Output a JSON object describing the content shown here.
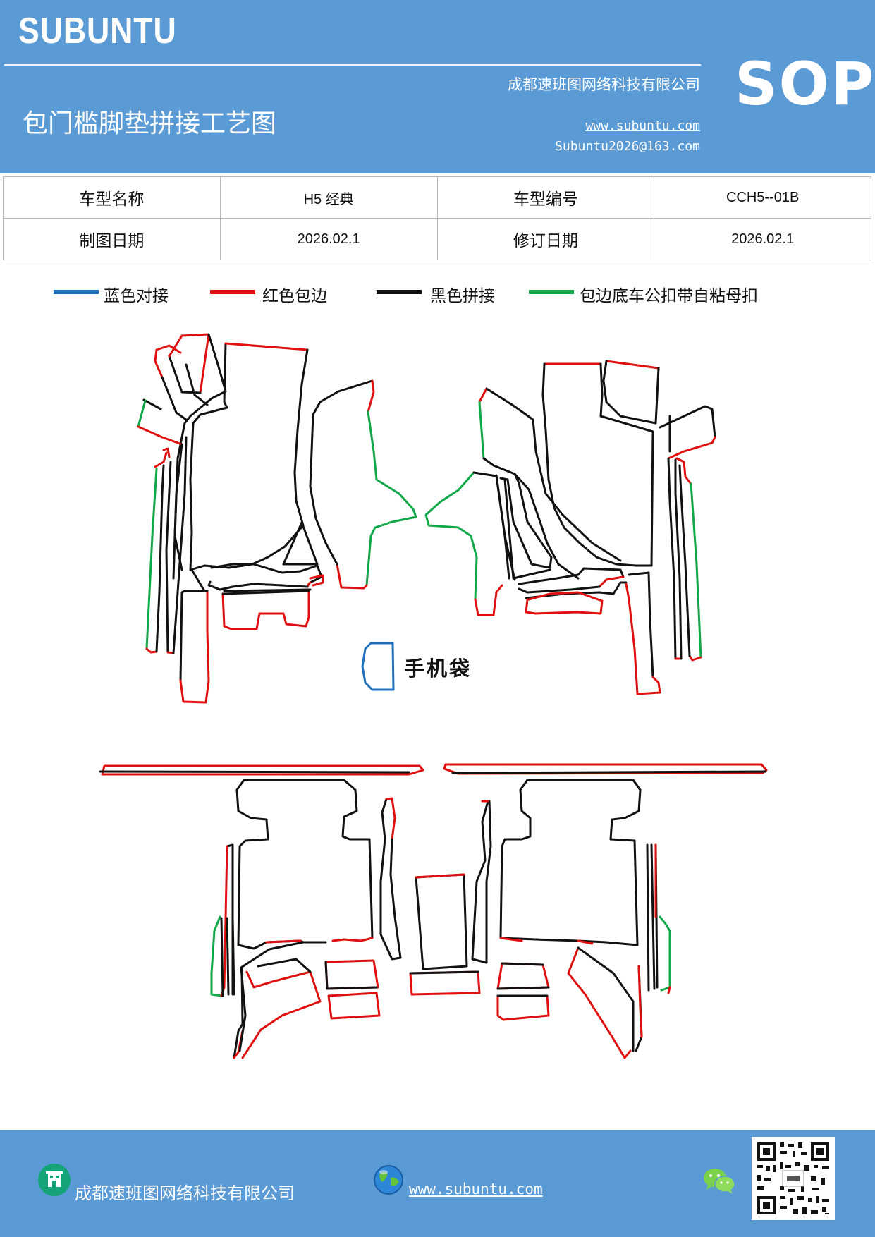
{
  "header": {
    "brand": "SUBUNTU",
    "badge": "SOP",
    "company": "成都速班图网络科技有限公司",
    "title": "包门槛脚垫拼接工艺图",
    "website": "www.subuntu.com",
    "email": "Subuntu2026@163.com"
  },
  "info_table": {
    "model_name_label": "车型名称",
    "model_name_value": "H5 经典",
    "model_code_label": "车型编号",
    "model_code_value": "CCH5--01B",
    "draw_date_label": "制图日期",
    "draw_date_value": "2026.02.1",
    "revise_date_label": "修订日期",
    "revise_date_value": "2026.02.1"
  },
  "legend": [
    {
      "label": "蓝色对接",
      "color": "#1f6fbf"
    },
    {
      "label": "红色包边",
      "color": "#e01010"
    },
    {
      "label": "黑色拼接",
      "color": "#111111"
    },
    {
      "label": "包边底车公扣带自粘母扣",
      "color": "#12a84a"
    }
  ],
  "drawing": {
    "phone_pocket_label": "手机袋"
  },
  "footer": {
    "company": "成都速班图网络科技有限公司",
    "website": "www.subuntu.com ",
    "icons": [
      "building-icon",
      "globe-icon",
      "wechat-icon",
      "qr-code"
    ]
  }
}
